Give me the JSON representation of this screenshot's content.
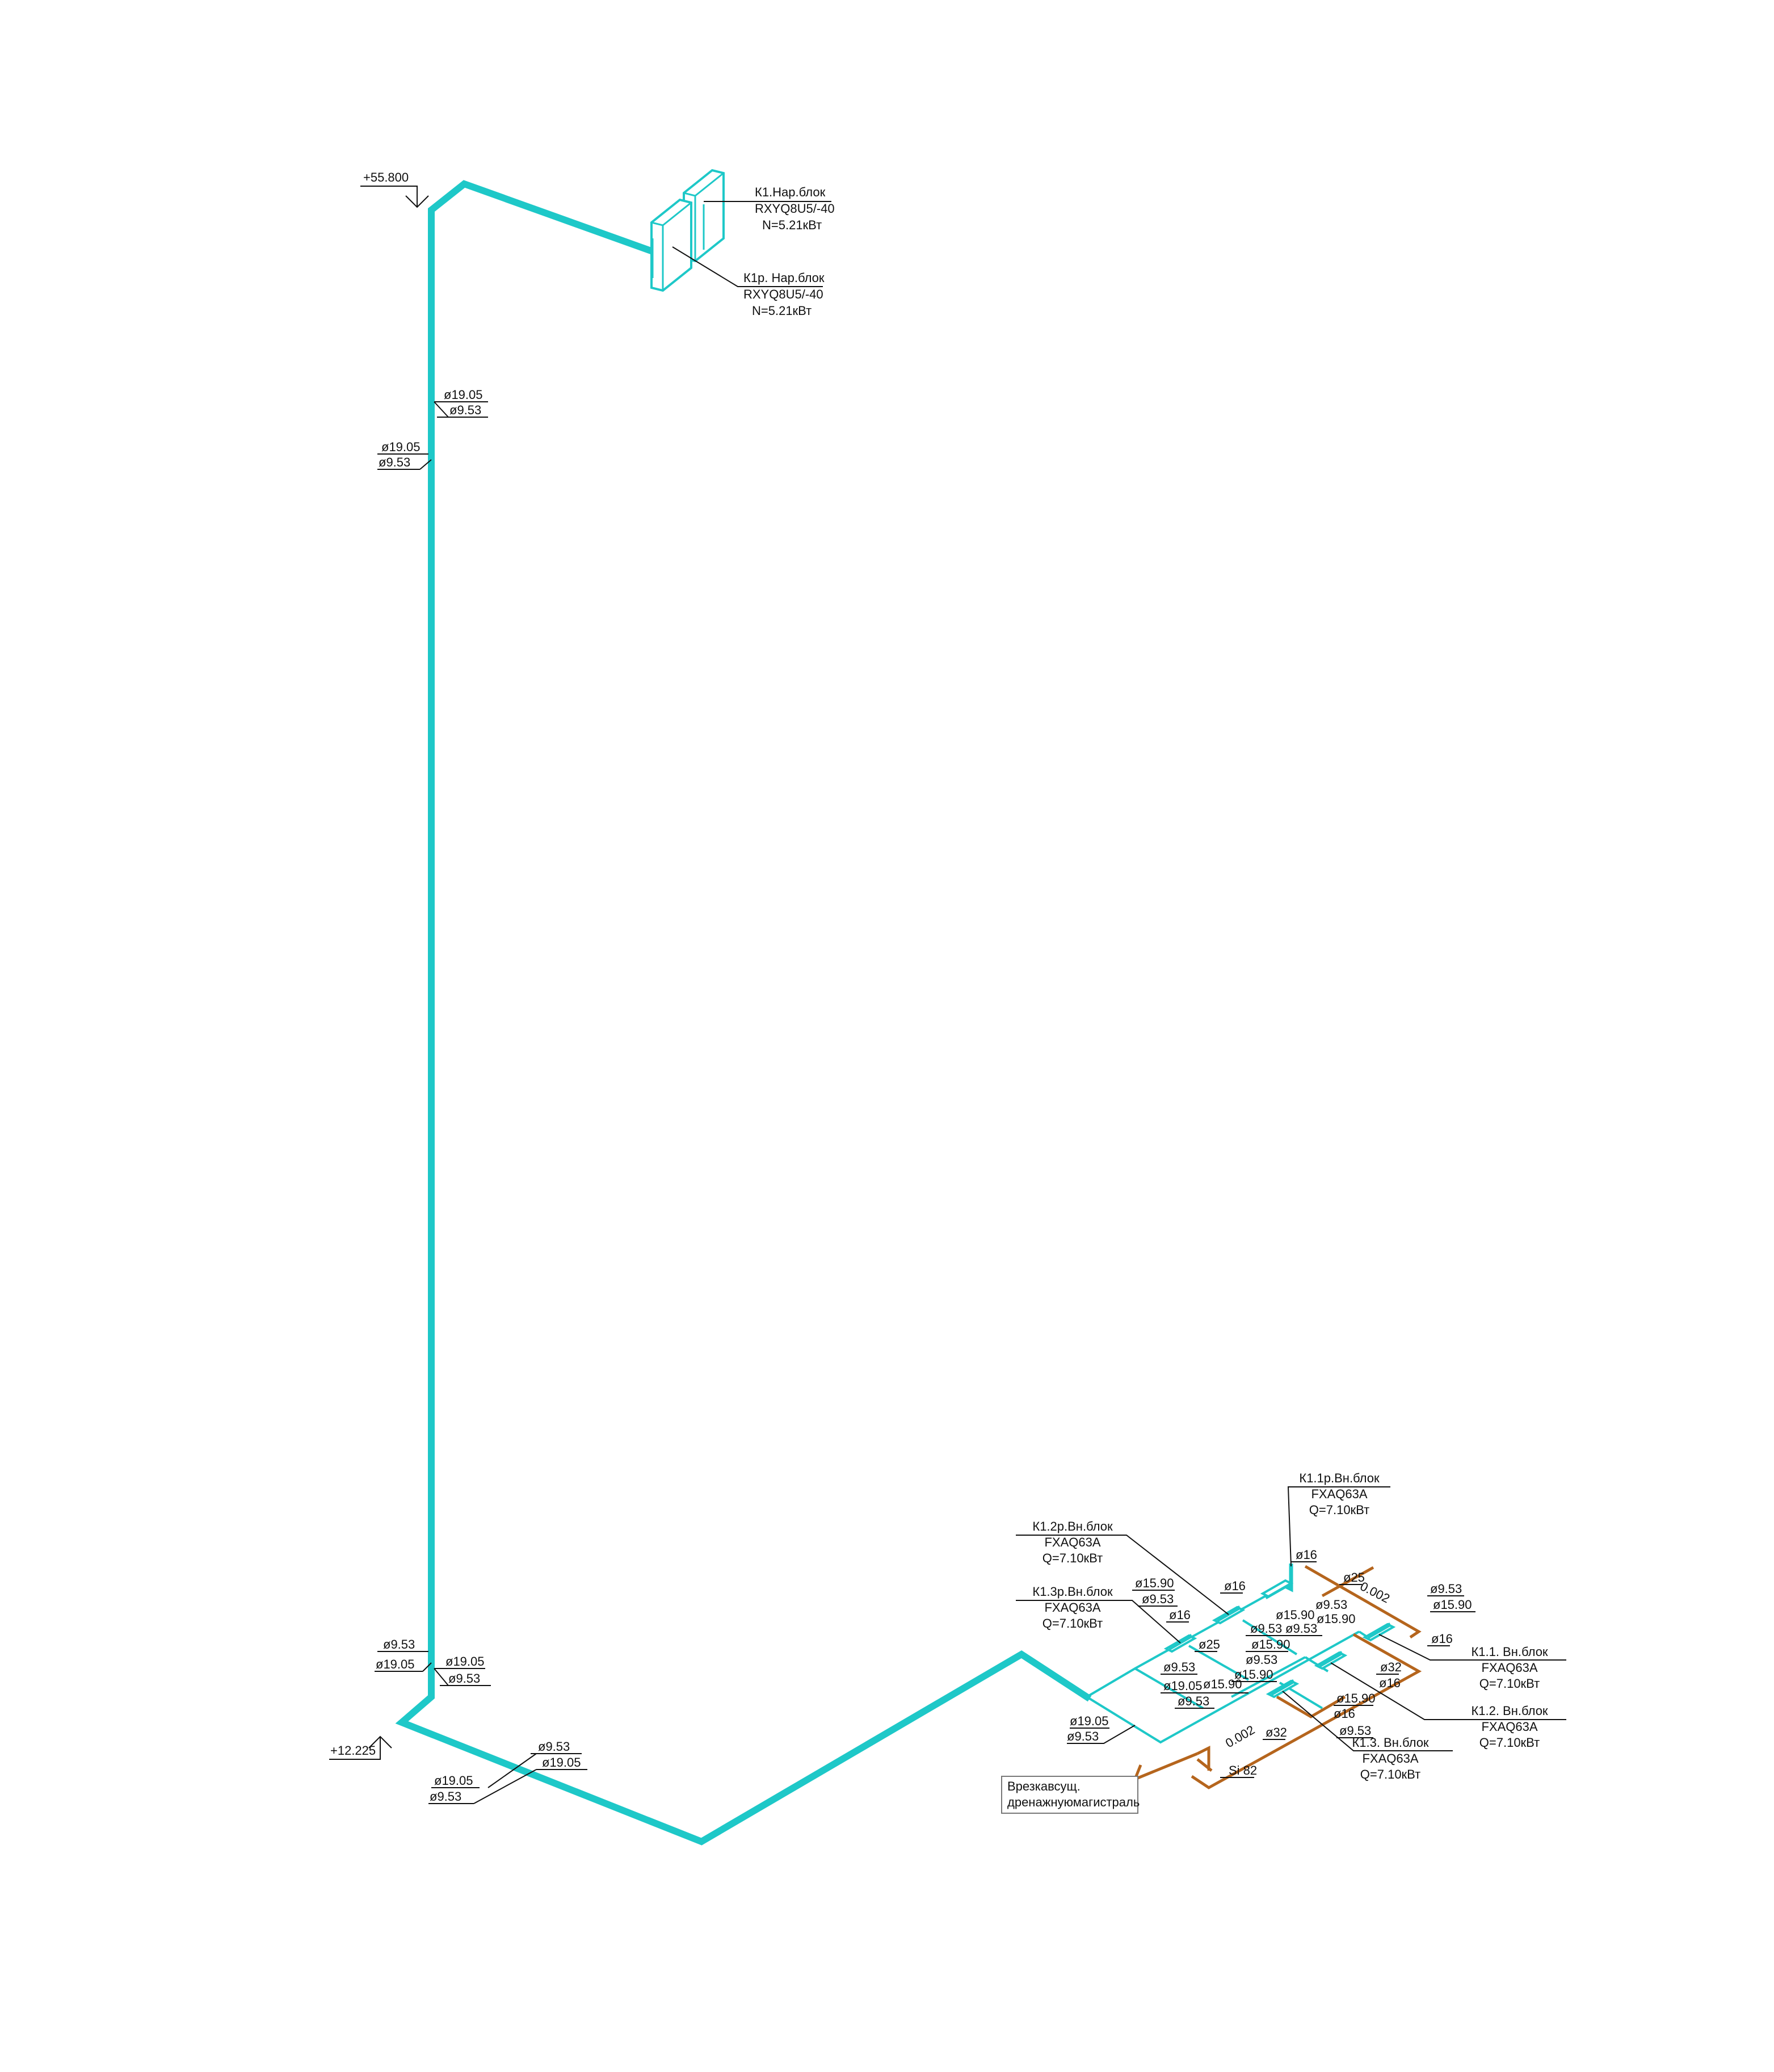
{
  "colors": {
    "refrigerant_pipe": "#1ec8c8",
    "drain_pipe": "#b5651d",
    "annotation": "#111111"
  },
  "elevations": {
    "top": "+55.800",
    "bottom": "+12.225"
  },
  "outdoor_units": [
    {
      "name": "К1.Нар.блок",
      "model": "RXYQ8U5/-40",
      "power": "N=5.21кВт"
    },
    {
      "name": "К1р. Нар.блок",
      "model": "RXYQ8U5/-40",
      "power": "N=5.21кВт"
    }
  ],
  "indoor_units": [
    {
      "name": "К1.1р.Вн.блок",
      "model": "FXAQ63A",
      "capacity": "Q=7.10кВт"
    },
    {
      "name": "К1.2р.Вн.блок",
      "model": "FXAQ63A",
      "capacity": "Q=7.10кВт"
    },
    {
      "name": "К1.3р.Вн.блок",
      "model": "FXAQ63A",
      "capacity": "Q=7.10кВт"
    },
    {
      "name": "К1.1. Вн.блок",
      "model": "FXAQ63A",
      "capacity": "Q=7.10кВт"
    },
    {
      "name": "К1.2. Вн.блок",
      "model": "FXAQ63A",
      "capacity": "Q=7.10кВт"
    },
    {
      "name": "К1.3. Вн.блок",
      "model": "FXAQ63A",
      "capacity": "Q=7.10кВт"
    }
  ],
  "riser_labels": {
    "upper_right": [
      "ø19.05",
      "ø9.53"
    ],
    "upper_left": [
      "ø19.05",
      "ø9.53"
    ],
    "lower_left": [
      "ø9.53",
      "ø19.05"
    ],
    "lower_right": [
      "ø19.05",
      "ø9.53"
    ],
    "horizontal_upper": [
      "ø9.53",
      "ø19.05"
    ],
    "horizontal_lower": [
      "ø19.05",
      "ø9.53"
    ]
  },
  "branch_labels": {
    "entry": [
      "ø19.05",
      "ø9.53"
    ],
    "d16_a": "ø16",
    "d25_a": "ø25",
    "d16_b": "ø16",
    "d16_c": "ø16",
    "d15_90_a": "ø15.90",
    "d9_53_a": "ø9.53",
    "d16_d": "ø16",
    "d25_b": "ø25",
    "mid_a": [
      "ø9.53",
      "ø9.53"
    ],
    "mid_b": [
      "ø15.90",
      "ø15.90"
    ],
    "mid_c": [
      "ø15.90"
    ],
    "mid_d": [
      "ø9.53",
      "ø15.90"
    ],
    "mid_e": [
      "ø9.53"
    ],
    "mid_f": [
      "ø9.53"
    ],
    "mid_g": [
      "ø19.05",
      "ø15.90"
    ],
    "right_a": [
      "ø9.53",
      "ø15.90"
    ],
    "right_b": "ø16",
    "right_c": [
      "ø32",
      "ø16"
    ],
    "right_d": [
      "ø15.90",
      "ø16"
    ],
    "right_e": "ø9.53",
    "right_f": "ø32"
  },
  "slopes": [
    "0.002",
    "0.002"
  ],
  "drain": {
    "tag": "Si 82",
    "note_line1": "Врезкавсущ.",
    "note_line2": "дренажнуюмагистраль"
  }
}
